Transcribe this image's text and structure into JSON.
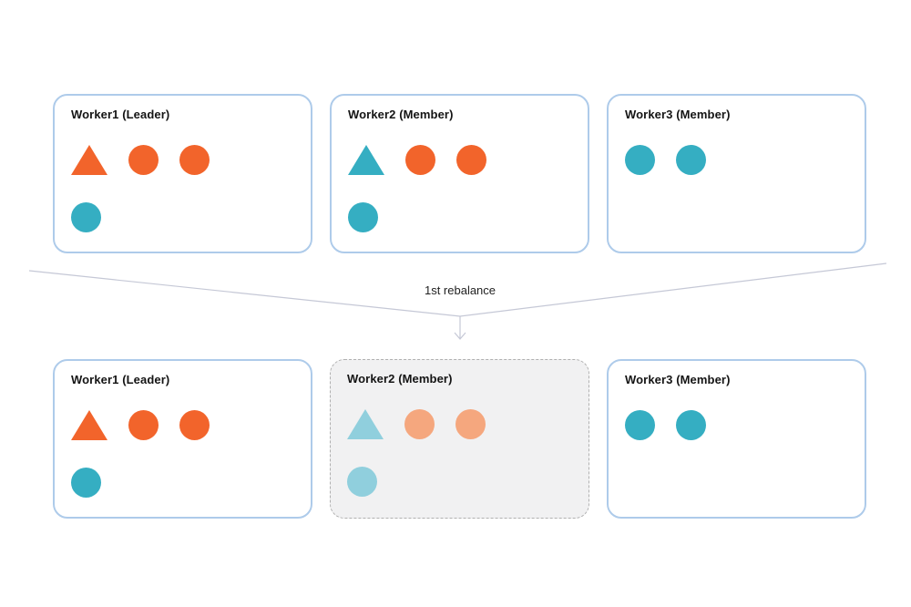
{
  "colors": {
    "orange": "#F2642B",
    "teal": "#35AEC2",
    "orange_faded": "#F5A77E",
    "teal_faded": "#90CFDD",
    "box_border": "#AECBEA",
    "faded_box_border": "#B0B0B0",
    "faded_box_bg": "#F1F1F2",
    "arrow_line": "#C5C8D6"
  },
  "transition": {
    "label": "1st rebalance"
  },
  "rows": [
    {
      "name": "before",
      "workers": [
        {
          "title": "Worker1 (Leader)",
          "state": "normal",
          "shape_rows": [
            [
              {
                "shape": "triangle",
                "color": "orange"
              },
              {
                "shape": "circle",
                "color": "orange"
              },
              {
                "shape": "circle",
                "color": "orange"
              }
            ],
            [
              {
                "shape": "circle",
                "color": "teal"
              }
            ]
          ]
        },
        {
          "title": "Worker2 (Member)",
          "state": "normal",
          "shape_rows": [
            [
              {
                "shape": "triangle",
                "color": "teal"
              },
              {
                "shape": "circle",
                "color": "orange"
              },
              {
                "shape": "circle",
                "color": "orange"
              }
            ],
            [
              {
                "shape": "circle",
                "color": "teal"
              }
            ]
          ]
        },
        {
          "title": "Worker3 (Member)",
          "state": "normal",
          "shape_rows": [
            [
              {
                "shape": "circle",
                "color": "teal"
              },
              {
                "shape": "circle",
                "color": "teal"
              }
            ]
          ]
        }
      ]
    },
    {
      "name": "after",
      "workers": [
        {
          "title": "Worker1 (Leader)",
          "state": "normal",
          "shape_rows": [
            [
              {
                "shape": "triangle",
                "color": "orange"
              },
              {
                "shape": "circle",
                "color": "orange"
              },
              {
                "shape": "circle",
                "color": "orange"
              }
            ],
            [
              {
                "shape": "circle",
                "color": "teal"
              }
            ]
          ]
        },
        {
          "title": "Worker2 (Member)",
          "state": "faded",
          "shape_rows": [
            [
              {
                "shape": "triangle",
                "color": "teal_faded"
              },
              {
                "shape": "circle",
                "color": "orange_faded"
              },
              {
                "shape": "circle",
                "color": "orange_faded"
              }
            ],
            [
              {
                "shape": "circle",
                "color": "teal_faded"
              }
            ]
          ]
        },
        {
          "title": "Worker3 (Member)",
          "state": "normal",
          "shape_rows": [
            [
              {
                "shape": "circle",
                "color": "teal"
              },
              {
                "shape": "circle",
                "color": "teal"
              }
            ]
          ]
        }
      ]
    }
  ]
}
